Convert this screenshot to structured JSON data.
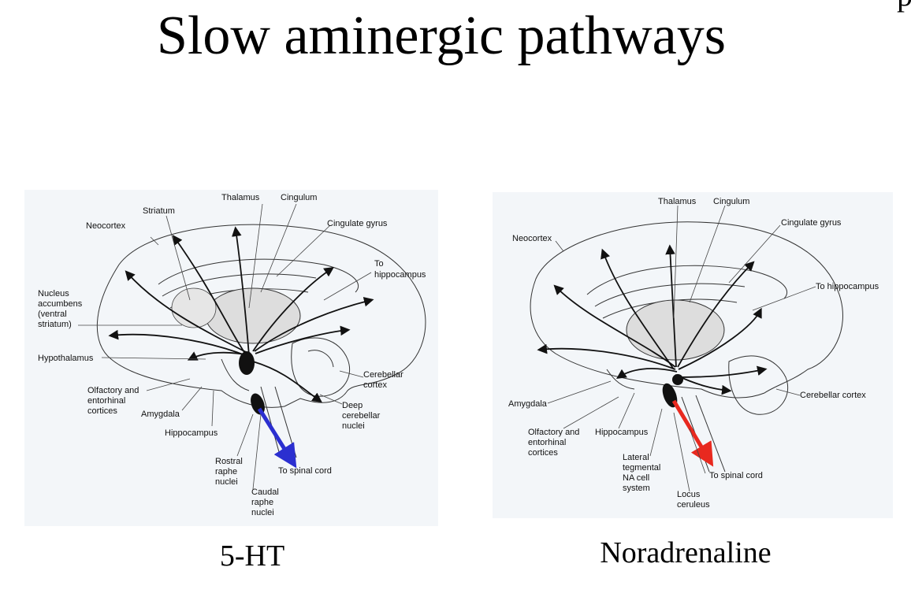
{
  "title": "Slow aminergic pathways",
  "corner_glyph": "p",
  "left_panel": {
    "caption": "5-HT",
    "arrow_color": "#2b2fd0",
    "labels": {
      "thalamus": "Thalamus",
      "cingulum": "Cingulum",
      "striatum": "Striatum",
      "neocortex": "Neocortex",
      "cingulate_gyrus": "Cingulate gyrus",
      "to_hippocampus_1": "To",
      "to_hippocampus_2": "hippocampus",
      "nucleus_1": "Nucleus",
      "nucleus_2": "accumbens",
      "nucleus_3": "(ventral",
      "nucleus_4": "striatum)",
      "hypothalamus": "Hypothalamus",
      "olfactory_1": "Olfactory and",
      "olfactory_2": "entorhinal",
      "olfactory_3": "cortices",
      "amygdala": "Amygdala",
      "hippocampus": "Hippocampus",
      "cerebellar_1": "Cerebellar",
      "cerebellar_2": "cortex",
      "deep_1": "Deep",
      "deep_2": "cerebellar",
      "deep_3": "nuclei",
      "rostral_1": "Rostral",
      "rostral_2": "raphe",
      "rostral_3": "nuclei",
      "spinal": "To spinal cord",
      "caudal_1": "Caudal",
      "caudal_2": "raphe",
      "caudal_3": "nuclei"
    }
  },
  "right_panel": {
    "caption": "Noradrenaline",
    "arrow_color": "#e8291f",
    "labels": {
      "thalamus": "Thalamus",
      "cingulum": "Cingulum",
      "cingulate_gyrus": "Cingulate gyrus",
      "neocortex": "Neocortex",
      "to_hippocampus": "To hippocampus",
      "cerebellar_cortex": "Cerebellar cortex",
      "amygdala": "Amygdala",
      "olfactory_1": "Olfactory and",
      "olfactory_2": "entorhinal",
      "olfactory_3": "cortices",
      "hippocampus": "Hippocampus",
      "lateral_1": "Lateral",
      "lateral_2": "tegmental",
      "lateral_3": "NA cell",
      "lateral_4": "system",
      "spinal": "To spinal cord",
      "locus_1": "Locus",
      "locus_2": "ceruleus"
    }
  }
}
